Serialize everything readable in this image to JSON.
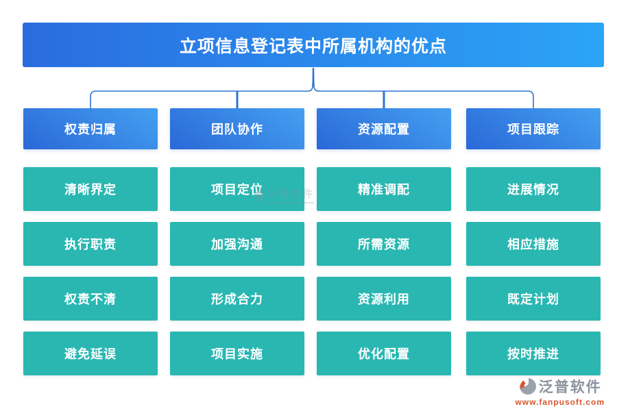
{
  "title": "立项信息登记表中所属机构的优点",
  "columns": [
    {
      "header": "权责归属",
      "items": [
        "清晰界定",
        "执行职责",
        "权责不清",
        "避免延误"
      ]
    },
    {
      "header": "团队协作",
      "items": [
        "项目定位",
        "加强沟通",
        "形成合力",
        "项目实施"
      ]
    },
    {
      "header": "资源配置",
      "items": [
        "精准调配",
        "所需资源",
        "资源利用",
        "优化配置"
      ]
    },
    {
      "header": "项目跟踪",
      "items": [
        "进展情况",
        "相应措施",
        "既定计划",
        "按时推进"
      ]
    }
  ],
  "watermark": {
    "text": "泛普软件"
  },
  "logo": {
    "name": "泛普软件",
    "url": "www.fanpusoft.com"
  },
  "colors": {
    "banner_gradient_left": "#2a6ce0",
    "banner_gradient_right": "#2ba4f6",
    "header_gradient_dark": "#2a68d8",
    "header_gradient_light": "#44a0f0",
    "item_teal": "#2ab7b2",
    "connector_blue": "#2e74cf",
    "logo_gray": "#8b939d",
    "logo_orange": "#d9542f",
    "text_white": "#ffffff"
  }
}
